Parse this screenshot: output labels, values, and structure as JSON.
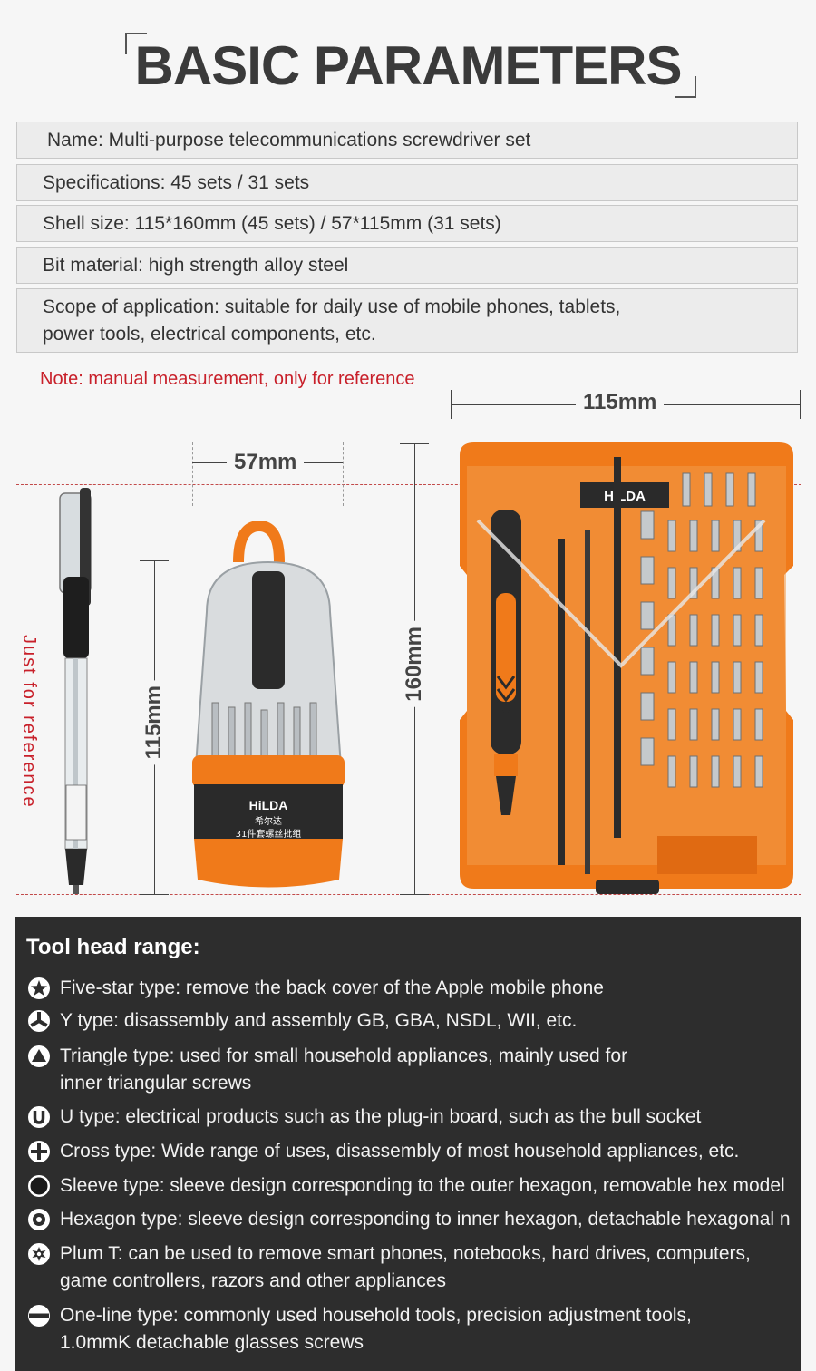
{
  "header": {
    "title": "BASIC PARAMETERS"
  },
  "params": [
    "Name: Multi-purpose telecommunications screwdriver set",
    "Specifications: 45 sets / 31 sets",
    "Shell size: 115*160mm (45 sets) / 57*115mm (31 sets)",
    "Bit material: high strength alloy steel",
    "Scope of application: suitable for daily use of mobile phones, tablets,\npower tools, electrical components, etc."
  ],
  "note": "Note: manual measurement, only for reference",
  "dimensions": {
    "big_width": "115mm",
    "big_height": "160mm",
    "small_width": "57mm",
    "small_height": "115mm",
    "pen_label": "Just for reference"
  },
  "product": {
    "brand": "HiLDA",
    "small_cn_brand": "希尔达",
    "small_cn_label": "31件套螺丝批组"
  },
  "tool_heads": {
    "title": "Tool head range:",
    "items": [
      {
        "icon": "five-star-icon",
        "text": "Five-star type: remove the back cover of the Apple mobile phone"
      },
      {
        "icon": "y-type-icon",
        "text": "Y type: disassembly and assembly GB, GBA, NSDL, WII, etc."
      },
      {
        "icon": "triangle-icon",
        "text": "Triangle type: used for small household appliances, mainly used for\ninner triangular screws"
      },
      {
        "icon": "u-type-icon",
        "text": "U type: electrical products such as the plug-in board, such as the bull socket"
      },
      {
        "icon": "cross-icon",
        "text": "Cross type: Wide range of uses, disassembly of most household appliances, etc."
      },
      {
        "icon": "sleeve-icon",
        "text": "Sleeve type: sleeve design corresponding to the outer hexagon, removable hex model"
      },
      {
        "icon": "hexagon-icon",
        "text": "Hexagon type: sleeve design corresponding to inner hexagon, detachable hexagonal n"
      },
      {
        "icon": "plum-icon",
        "text": "Plum T: can be used to remove smart phones, notebooks, hard drives, computers,\ngame controllers, razors and other appliances"
      },
      {
        "icon": "one-line-icon",
        "text": "One-line type: commonly used household tools, precision adjustment tools,\n1.0mmK detachable glasses screws"
      }
    ]
  },
  "colors": {
    "accent_orange": "#f07a1a",
    "note_red": "#c8202a",
    "panel_bg": "#2d2d2d"
  }
}
